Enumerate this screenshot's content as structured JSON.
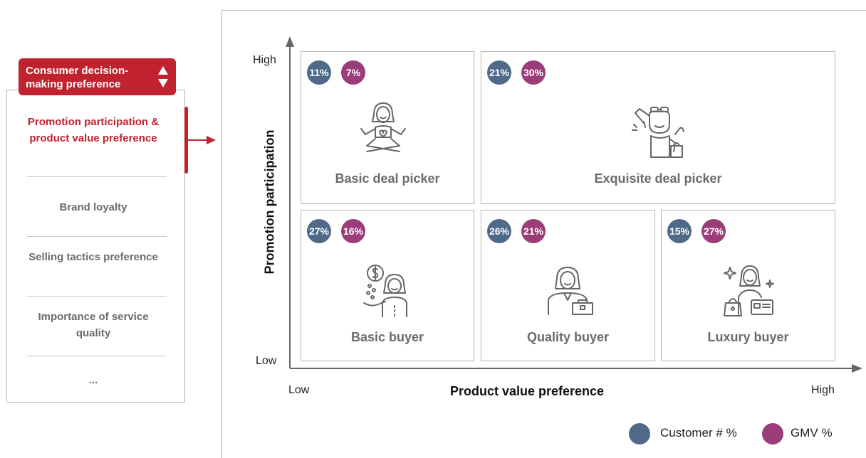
{
  "selector": {
    "title": "Consumer decision-making preference",
    "items": [
      {
        "label": "Promotion participation & product value preference",
        "active": true
      },
      {
        "label": "Brand loyalty",
        "active": false
      },
      {
        "label": "Selling tactics preference",
        "active": false
      },
      {
        "label": "Importance of service quality",
        "active": false
      },
      {
        "label": "...",
        "active": false
      }
    ]
  },
  "axes": {
    "y_label": "Promotion participation",
    "x_label": "Product value preference",
    "y_high": "High",
    "y_low": "Low",
    "x_low": "Low",
    "x_high": "High"
  },
  "segments": [
    {
      "name": "Basic deal picker",
      "customer_pct": "11%",
      "gmv_pct": "7%",
      "icon": "meditating-woman-icon"
    },
    {
      "name": "Exquisite deal picker",
      "customer_pct": "21%",
      "gmv_pct": "30%",
      "icon": "shopping-woman-icon"
    },
    {
      "name": "Basic buyer",
      "customer_pct": "27%",
      "gmv_pct": "16%",
      "icon": "coins-woman-icon"
    },
    {
      "name": "Quality buyer",
      "customer_pct": "26%",
      "gmv_pct": "21%",
      "icon": "business-woman-icon"
    },
    {
      "name": "Luxury buyer",
      "customer_pct": "15%",
      "gmv_pct": "27%",
      "icon": "luxury-woman-icon"
    }
  ],
  "legend": {
    "customer": {
      "label": "Customer # %",
      "color": "#4f6a88"
    },
    "gmv": {
      "label": "GMV %",
      "color": "#9a3d78"
    }
  },
  "colors": {
    "accent": "#c0222f",
    "customer": "#4f6a88",
    "gmv": "#9a3d78"
  }
}
